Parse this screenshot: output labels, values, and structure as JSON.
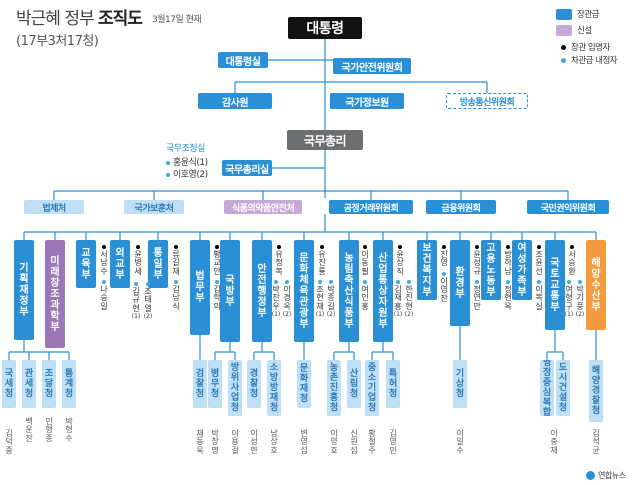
{
  "header": {
    "title_prefix": "박근혜 정부",
    "title_bold": "조직도",
    "subtitle": "(17부3처17청)",
    "date": "3월17일 현재"
  },
  "legend": {
    "ministerial": "장관급",
    "new": "신설",
    "minister_appointee": "장관 임명자",
    "vice_appointee": "차관급 내정자"
  },
  "top": {
    "president": "대통령",
    "chief_of_staff": "대통령실",
    "nsc": "국가안전위원회",
    "audit": "감사원",
    "nis": "국가정보원",
    "kcc": "방송통신위원회"
  },
  "pm_section": {
    "pm": "국무총리",
    "pm_office": "국무총리실",
    "coordination_label": "국무조정실",
    "coordination_names": [
      "홍윤식(1)",
      "이호영(2)"
    ]
  },
  "pm_agencies": [
    "법제처",
    "국가보훈처",
    "식품의약품안전처",
    "공정거래위원회",
    "금융위원회",
    "국민권익위원회"
  ],
  "ministries": [
    {
      "name": "기획재정부",
      "color": "blue",
      "minister": [],
      "deputy": false
    },
    {
      "name": "미래창조과학부",
      "color": "purple",
      "minister": [],
      "deputy": false
    },
    {
      "name": "교육부",
      "color": "blue",
      "minister": [
        "서남수",
        "나승일"
      ],
      "deputy": false
    },
    {
      "name": "외교부",
      "color": "blue",
      "minister": [
        "윤병세",
        "김규현",
        "(1)",
        "조태열",
        "(2)"
      ],
      "deputy": false
    },
    {
      "name": "통일부",
      "color": "blue",
      "minister": [
        "류길재",
        "김남식"
      ],
      "deputy": false
    },
    {
      "name": "법무부",
      "color": "blue",
      "minister": [
        "황교안",
        "김학의"
      ],
      "deputy": false
    },
    {
      "name": "국방부",
      "color": "blue",
      "minister": [],
      "deputy": false
    },
    {
      "name": "안전행정부",
      "color": "blue",
      "minister": [
        "유정복",
        "박찬우",
        "(1)",
        "이경옥",
        "(2)"
      ],
      "deputy": false
    },
    {
      "name": "문화체육관광부",
      "color": "blue",
      "minister": [
        "유진룡",
        "조현재",
        "(1)",
        "박종길",
        "(2)"
      ],
      "deputy": false
    },
    {
      "name": "농림축산식품부",
      "color": "blue",
      "minister": [
        "이동필",
        "여인홍"
      ],
      "deputy": false
    },
    {
      "name": "산업통상자원부",
      "color": "blue",
      "minister": [
        "윤상직",
        "김재홍",
        "(1)",
        "한진현",
        "(2)"
      ],
      "deputy": false
    },
    {
      "name": "보건복지부",
      "color": "blue",
      "minister": [
        "진영",
        "이영찬"
      ],
      "deputy": false
    },
    {
      "name": "환경부",
      "color": "blue",
      "minister": [
        "윤성규",
        "정연만"
      ],
      "deputy": false
    },
    {
      "name": "고용노동부",
      "color": "blue",
      "minister": [
        "방하남",
        "정현옥"
      ],
      "deputy": false
    },
    {
      "name": "여성가족부",
      "color": "blue",
      "minister": [
        "조윤선",
        "이복실"
      ],
      "deputy": false
    },
    {
      "name": "국토교통부",
      "color": "blue",
      "minister": [
        "서승환",
        "여형구",
        "(1)",
        "박기풍",
        "(2)"
      ],
      "deputy": false
    },
    {
      "name": "해양수산부",
      "color": "orange",
      "minister": [],
      "deputy": false
    }
  ],
  "agencies": [
    {
      "name": "국세청",
      "head": [
        "김덕중"
      ]
    },
    {
      "name": "관세청",
      "head": [
        "백운찬"
      ]
    },
    {
      "name": "조달청",
      "head": [
        "민형종"
      ]
    },
    {
      "name": "통계청",
      "head": [
        "박형수"
      ]
    },
    {
      "name": "검찰청",
      "head": [
        "채동욱"
      ]
    },
    {
      "name": "병무청",
      "head": [
        "박창명"
      ]
    },
    {
      "name": "방위사업청",
      "head": [
        "이용걸"
      ]
    },
    {
      "name": "경찰청",
      "head": [
        "이성한"
      ]
    },
    {
      "name": "소방방재청",
      "head": [
        "남상호"
      ]
    },
    {
      "name": "문화재청",
      "head": [
        "변영섭"
      ]
    },
    {
      "name": "농촌진흥청",
      "head": [
        "이양호"
      ]
    },
    {
      "name": "산림청",
      "head": [
        "신원섭"
      ]
    },
    {
      "name": "중소기업청",
      "head": [
        "황철주"
      ]
    },
    {
      "name": "특허청",
      "head": [
        "김영민"
      ]
    },
    {
      "name": "기상청",
      "head": [
        "이일수"
      ]
    },
    {
      "name": "행정중심복합",
      "head": [
        "이충재"
      ]
    },
    {
      "name": "도시건설청",
      "head": []
    },
    {
      "name": "해양경찰청",
      "head": [
        "김석균"
      ]
    }
  ],
  "credit": "연합뉴스",
  "colors": {
    "blue": "#2a8fd4",
    "purple": "#9b77b7",
    "orange": "#f39a3e",
    "pale": "#bfe0f4",
    "dark": "#111111",
    "grey": "#6d6e70"
  }
}
